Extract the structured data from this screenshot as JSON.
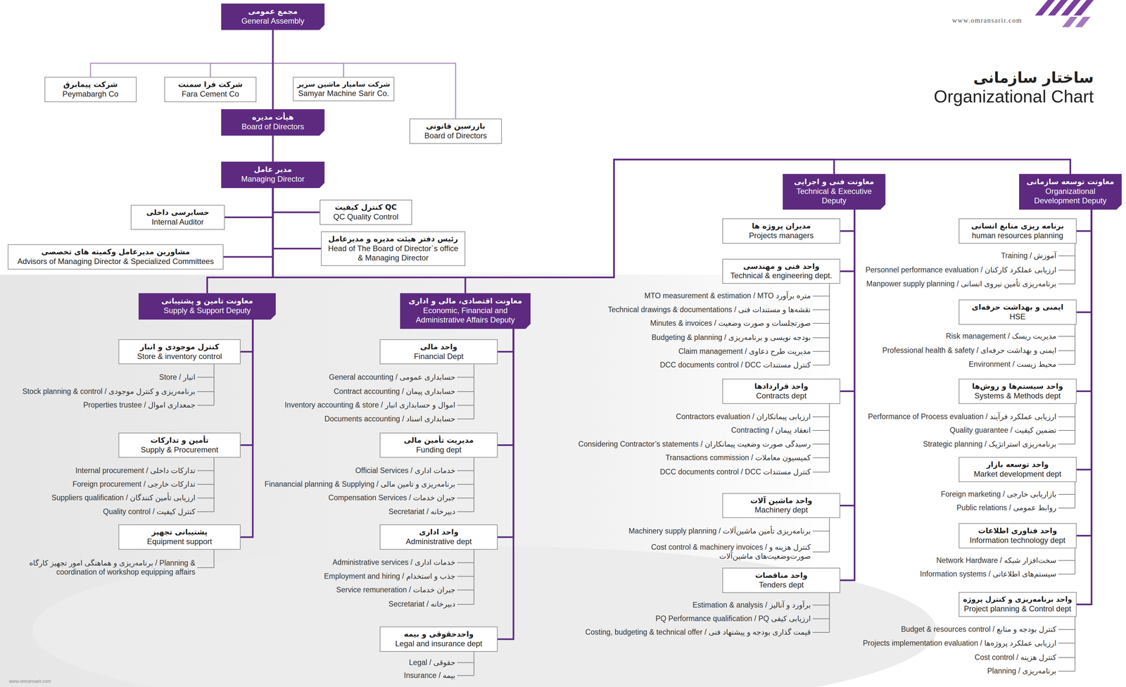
{
  "diagram": {
    "title": "ساختار سازمانی",
    "nodes": [
      {
        "text": [
          "مجمع عمومی",
          "General Assembly"
        ]
      },
      {
        "text": [
          "شرکت پیمابرق",
          "Peymabargh Co"
        ]
      },
      {
        "text": [
          "شرکت فرا سمنت",
          "Fara Cement Co"
        ]
      },
      {
        "text": [
          "شرکت سامیار ماشین سریر",
          "Samyar Machine Sarir Co."
        ]
      },
      {
        "text": [
          "بازرسین قانونی",
          "Board of Directors"
        ]
      },
      {
        "text": [
          "هیأت مدیره",
          "Board of Directors"
        ]
      },
      {
        "text": [
          "مدیر عامل",
          "Managing Director"
        ]
      },
      {
        "text": [
          "حسابرسی داخلی",
          "Internal Auditor"
        ]
      },
      {
        "text": [
          "کنترل کیفیت QC",
          "QC Quality Control"
        ]
      },
      {
        "text": [
          "مشاورین مدیرعامل وکمیته های تخصصی",
          "Advisors of Managing Director & Specialized Committees"
        ]
      },
      {
        "text": [
          "رئیس دفتر هیئت مدیره و مدیرعامل",
          "Head of The Board of Director`s office & Managing Director"
        ]
      },
      {
        "text": [
          "معاونت تامین و پشتیبانی",
          "Supply & Support Deputy"
        ]
      },
      {
        "text": [
          "معاونت اقتصادی، مالی و اداری",
          "Economic, Financial and Administrative Affairs Deputy"
        ]
      },
      {
        "text": [
          "معاونت فنی و اجرایی",
          "Technical & Executive Deputy"
        ]
      },
      {
        "text": [
          "معاونت توسعه سازمانی",
          "Organizational Development Deputy"
        ]
      },
      {
        "text": [
          "کنترل موجودی و انبار",
          "Store & inventory control"
        ]
      },
      {
        "text": [
          "تأمین و تدارکات",
          "Supply & Procurement"
        ]
      },
      {
        "text": [
          "پشتیبانی تجهیز",
          "Equipment support"
        ]
      },
      {
        "text": [
          "واحد مالی",
          "Financial Dept"
        ]
      },
      {
        "text": [
          "مدیریت تأمین مالی",
          "Funding dept"
        ]
      },
      {
        "text": [
          "واحد اداری",
          "Administrative dept"
        ]
      },
      {
        "text": [
          "واحدحقوقی و بیمه",
          "Legal and insurance dept"
        ]
      },
      {
        "text": [
          "مدیران پروژه ها",
          "Projects managers"
        ]
      },
      {
        "text": [
          "واحد فنی و مهندسی",
          "Technical & engineering dept."
        ]
      },
      {
        "text": [
          "واحد قراردادها",
          "Contracts dept"
        ]
      },
      {
        "text": [
          "واحد ماشین آلات",
          "Machinery dept"
        ]
      },
      {
        "text": [
          "واحد مناقصات",
          "Tenders dept"
        ]
      },
      {
        "text": [
          "برنامه ریزی منابع انسانی",
          "human resources planning"
        ]
      },
      {
        "text": [
          "ایمنی و بهداشت حرفه‌ای",
          "HSE"
        ]
      },
      {
        "text": [
          "واحد سیستم‌ها و روش‌ها",
          "Systems & Methods dept"
        ]
      },
      {
        "text": [
          "واحد توسعه بازار",
          "Market development dept"
        ]
      },
      {
        "text": [
          "واحد فناوری اطلاعات",
          "Information technology dept"
        ]
      },
      {
        "text": [
          "واحد برنامه‌ریزی و کنترل پروژه",
          "Project planning & Control dept"
        ]
      }
    ],
    "edges": [
      {
        "from": 0,
        "to": 1,
        "arrow": "none"
      },
      {
        "from": 0,
        "to": 2,
        "arrow": "none"
      },
      {
        "from": 0,
        "to": 3,
        "arrow": "none"
      },
      {
        "from": 0,
        "to": 4,
        "arrow": "none"
      },
      {
        "from": 0,
        "to": 5,
        "arrow": "none"
      },
      {
        "from": 5,
        "to": 6,
        "arrow": "none"
      },
      {
        "from": 6,
        "to": 7,
        "arrow": "none"
      },
      {
        "from": 6,
        "to": 8,
        "arrow": "none"
      },
      {
        "from": 6,
        "to": 9,
        "arrow": "none"
      },
      {
        "from": 6,
        "to": 10,
        "arrow": "none"
      },
      {
        "from": 6,
        "to": 11,
        "arrow": "none"
      },
      {
        "from": 6,
        "to": 12,
        "arrow": "none"
      },
      {
        "from": 6,
        "to": 13,
        "arrow": "none"
      },
      {
        "from": 6,
        "to": 14,
        "arrow": "none"
      },
      {
        "from": 11,
        "to": 15,
        "arrow": "none"
      },
      {
        "from": 11,
        "to": 16,
        "arrow": "none"
      },
      {
        "from": 11,
        "to": 17,
        "arrow": "none"
      },
      {
        "from": 12,
        "to": 18,
        "arrow": "none"
      },
      {
        "from": 12,
        "to": 19,
        "arrow": "none"
      },
      {
        "from": 12,
        "to": 20,
        "arrow": "none"
      },
      {
        "from": 12,
        "to": 21,
        "arrow": "none"
      },
      {
        "from": 13,
        "to": 22,
        "arrow": "none"
      },
      {
        "from": 13,
        "to": 23,
        "arrow": "none"
      },
      {
        "from": 13,
        "to": 24,
        "arrow": "none"
      },
      {
        "from": 13,
        "to": 25,
        "arrow": "none"
      },
      {
        "from": 13,
        "to": 26,
        "arrow": "none"
      },
      {
        "from": 14,
        "to": 27,
        "arrow": "none"
      },
      {
        "from": 14,
        "to": 28,
        "arrow": "none"
      },
      {
        "from": 14,
        "to": 29,
        "arrow": "none"
      },
      {
        "from": 14,
        "to": 30,
        "arrow": "none"
      },
      {
        "from": 14,
        "to": 31,
        "arrow": "none"
      },
      {
        "from": 14,
        "to": 32,
        "arrow": "none"
      }
    ],
    "labels": [
      "Organizational Chart",
      "www.omransarir.com",
      "www.omransarir.com",
      "Store / انبار",
      "Stock planning & control / برنامه‌ریزی و کنترل موجودی",
      "Properties trustee / جمعداری اموال",
      "Internal procurement / تدارکات داخلی",
      "Foreign procurement / تدارکات خارجی",
      "Suppliers qualification / ارزیابی تأمین کنندگان",
      "Quality control / کنترل کیفیت",
      "برنامه‌ریزی و هماهنگی امور تجهیز کارگاه / Planning & coordination of workshop equipping affairs",
      "General accounting / حسابداری عمومی",
      "Contract accounting / حسابداری پیمان",
      "Inventory accounting & store / اموال و حسابداری انبار",
      "Documents accounting / حسابداری اسناد",
      "Official Services / خدمات اداری",
      "Finanancial planning & Supplying / برنامه‌ریزی و تامین مالی",
      "Compensation Services / جبران خدمات",
      "Secretariat / دبیرخانه",
      "Administrative services / خدمات اداری",
      "Employment and hiring / جذب و استخدام",
      "Service remuneration / جبران خدمات",
      "Secretariat / دبیرخانه",
      "Legal / حقوقی",
      "Insurance / بیمه",
      "MTO measurement & estimation / MTO متره برآورد",
      "Technical drawings & documentations / نقشه‌ها و مستندات فنی",
      "Minutes & invoices / صورتجلسات و صورت وضعیت",
      "Budgeting & planning / بودجه نویسی و برنامه‌ریزی",
      "Claim management / مدیریت طرح دعاوی",
      "DCC documents control / DCC کنترل مستندات",
      "Contractors evaluation / ارزیابی پیمانکاران",
      "Contracting / انعقاد پیمان",
      "Considering Contractor’s statements / رسیدگی صورت وضعیت پیمانکاران",
      "Transactions commission / کمیسیون معاملات",
      "DCC documents control / DCC کنترل مستندات",
      "Machinery supply planning / برنامه‌ریزی تأمین ماشین‌آلات",
      "Cost control & machinery invoices / کنترل هزینه و صورت‌وضعیت‌های ماشین‌آلات",
      "Estimation & analysis / برآورد و آنالیز",
      "PQ Performance qualification / PQ ارزیابی کیفی",
      "Costing, budgeting & technical offer / قیمت گذاری بودجه و پیشنهاد فنی",
      "Training / آموزش",
      "Personnel performance evaluation / ارزیابی عملکرد کارکنان",
      "Manpower supply planning / برنامه‌ریزی تأمین نیروی انسانی",
      "Risk management / مدیریت ریسک",
      "Professional health & safety / ایمنی و بهداشت حرفه‌ای",
      "Environment / محیط زیست",
      "Performance of Process evaluation / ارزیابی عملکرد فرآیند",
      "Quality guarantee / تضمین کیفیت",
      "Strategic planning / برنامه‌ریزی استراتژیک",
      "Foreign marketing / بازاریابی خارجی",
      "Public relations / روابط عمومی",
      "Network Hardware / سخت‌افزار شبکه",
      "Information systems / سیستم‌های اطلاعاتی",
      "Budget & resources control / کنترل بودجه و منابع",
      "Projects implementation evaluation / ارزیابی عملکرد پروژه‌ها",
      "Cost control / کنترل هزینه",
      "Planning / برنامه‌ریزی"
    ]
  }
}
